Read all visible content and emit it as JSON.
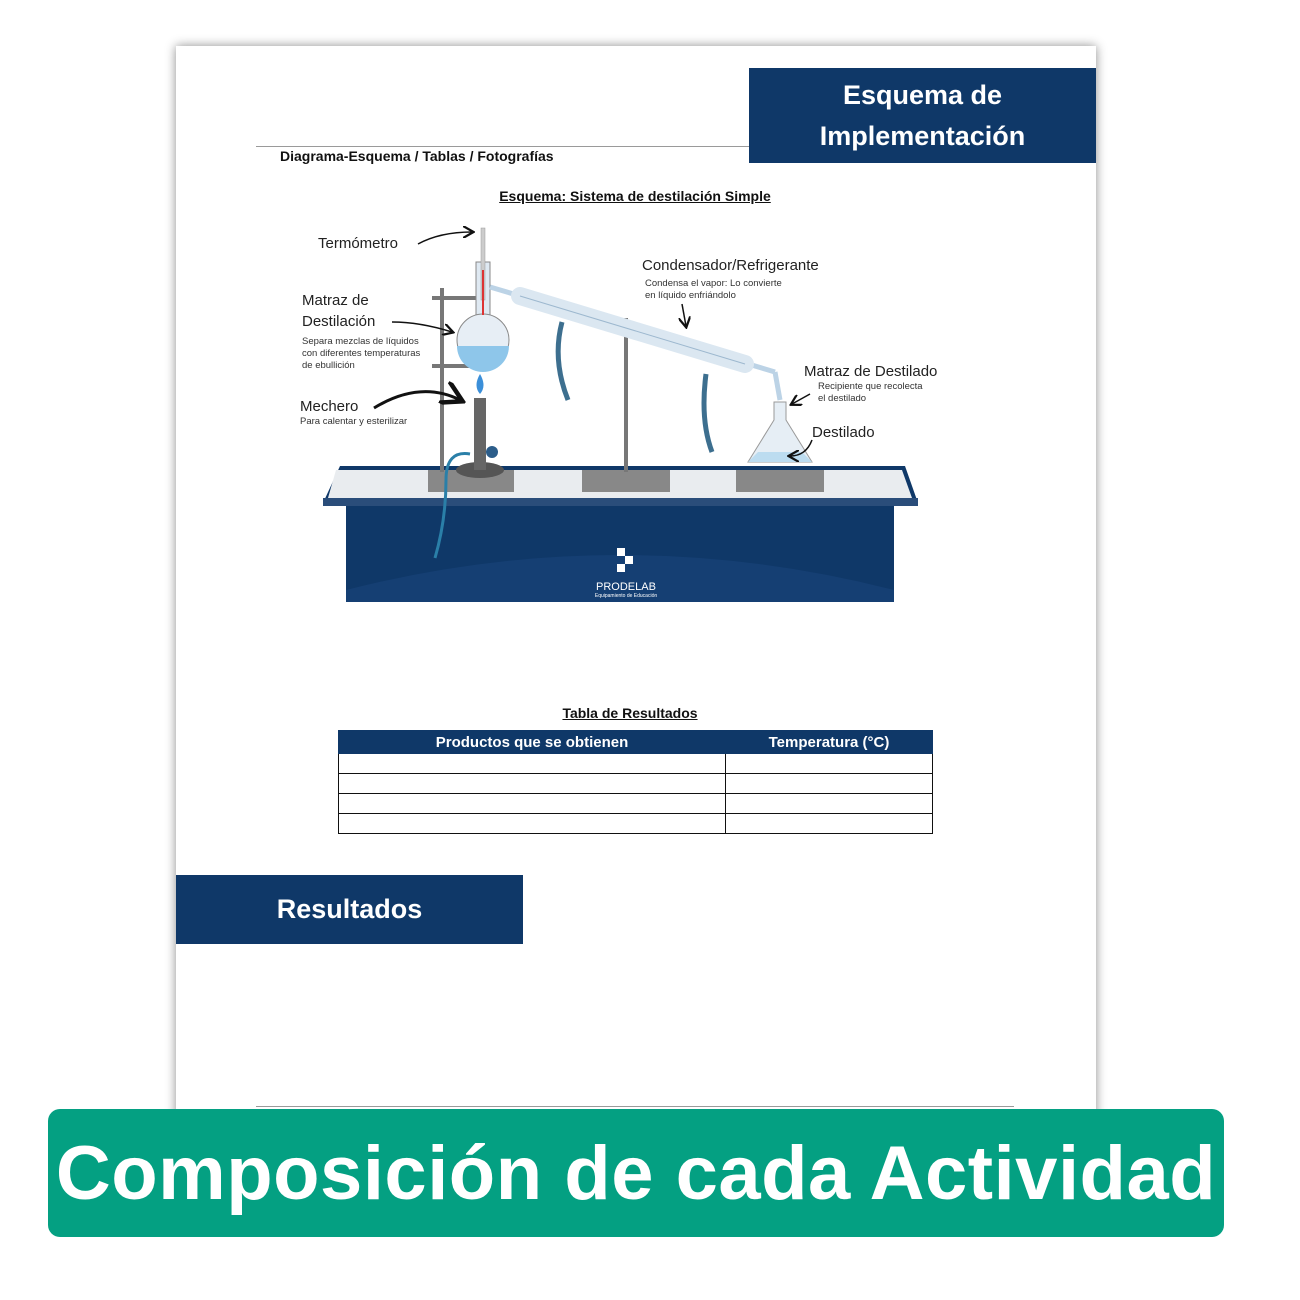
{
  "header": {
    "section_label_line1": "Esquema de",
    "section_label_line2": "Implementación",
    "subheading": "Diagrama-Esquema / Tablas / Fotografías"
  },
  "diagram": {
    "title": "Esquema: Sistema de destilación Simple",
    "labels": {
      "termometro": "Termómetro",
      "condensador": "Condensador/Refrigerante",
      "condensador_desc1": "Condensa el vapor: Lo convierte",
      "condensador_desc2": "en líquido enfriándolo",
      "matraz_line1": "Matraz de",
      "matraz_line2": "Destilación",
      "matraz_desc1": "Separa mezclas de líquidos",
      "matraz_desc2": "con diferentes temperaturas",
      "matraz_desc3": "de ebullición",
      "mechero": "Mechero",
      "mechero_desc": "Para calentar y esterilizar",
      "destilado_matraz": "Matraz de Destilado",
      "destilado_desc1": "Recipiente que recolecta",
      "destilado_desc2": "el destilado",
      "destilado": "Destilado",
      "brand": "PRODELAB",
      "brand_sub": "Equipamiento de Educación"
    }
  },
  "results_table": {
    "title": "Tabla de Resultados",
    "headers": [
      "Productos que se obtienen",
      "Temperatura (°C)"
    ],
    "rows": [
      [
        "",
        ""
      ],
      [
        "",
        ""
      ],
      [
        "",
        ""
      ],
      [
        "",
        ""
      ]
    ]
  },
  "results_section_label": "Resultados",
  "banner_text": "Composición de cada Actividad",
  "colors": {
    "navy": "#0f3868",
    "teal": "#04a082"
  }
}
